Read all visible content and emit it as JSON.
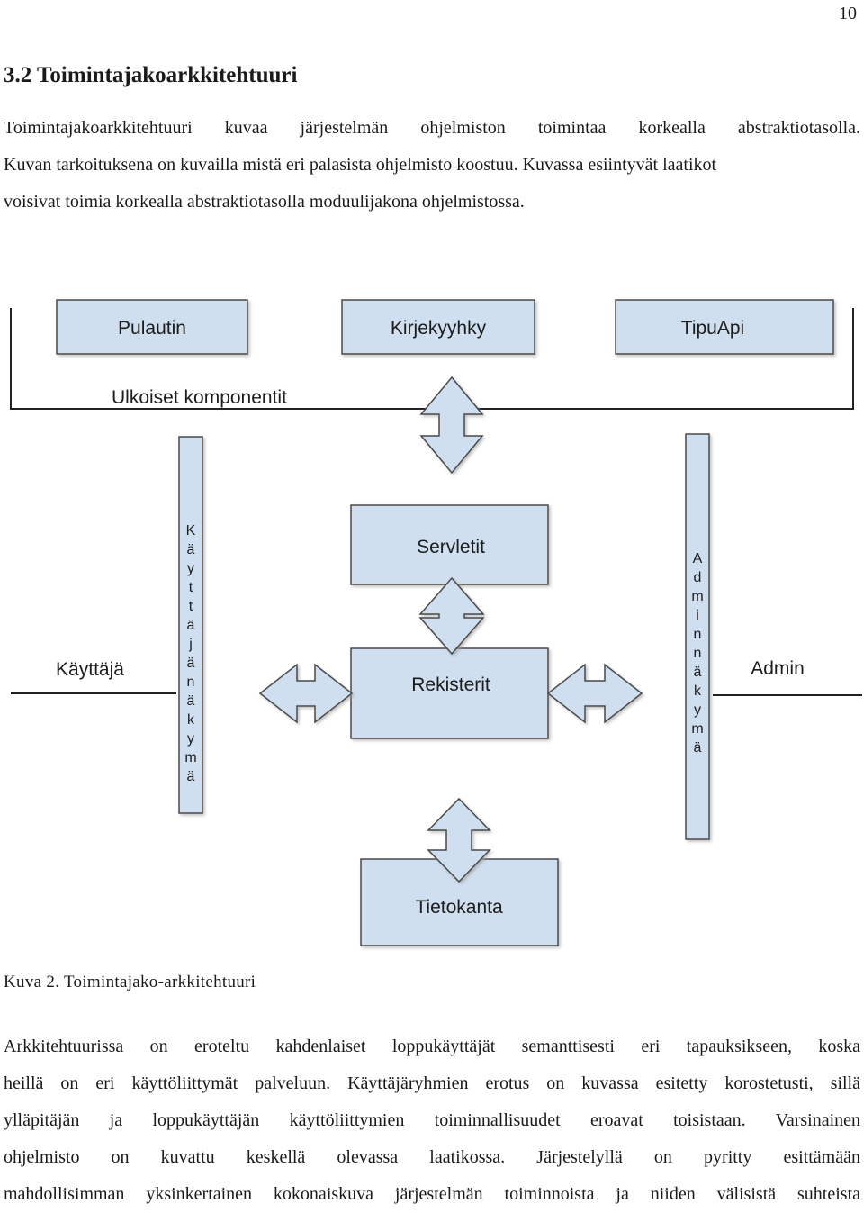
{
  "page_number": "10",
  "section_heading": "3.2 Toimintajakoarkkitehtuuri",
  "intro_lines": [
    "Toimintajakoarkkitehtuuri kuvaa järjestelmän ohjelmiston toimintaa korkealla abstraktiotasolla.",
    "Kuvan tarkoituksena on kuvailla mistä eri palasista ohjelmisto koostuu. Kuvassa esiintyvät laatikot",
    "voisivat toimia korkealla abstraktiotasolla moduulijakona ohjelmistossa."
  ],
  "diagram": {
    "external_components": [
      "Pulautin",
      "Kirjekyyhky",
      "TipuApi"
    ],
    "external_group_label": "Ulkoiset komponentit",
    "servlets_label": "Servletit",
    "registers_label": "Rekisterit",
    "database_label": "Tietokanta",
    "user_label": "Käyttäjä",
    "admin_label": "Admin",
    "user_view_label": "Käyttäjänäkymä",
    "admin_view_label": "Adminnäkymä",
    "colors": {
      "box_fill": "#cfdff0",
      "box_stroke": "#4a4a4a",
      "line": "#222222"
    }
  },
  "caption": "Kuva 2. Toimintajako-arkkitehtuuri",
  "body_lines": [
    "Arkkitehtuurissa on eroteltu kahdenlaiset loppukäyttäjät semanttisesti eri tapauksikseen, koska",
    "heillä on eri käyttöliittymät palveluun. Käyttäjäryhmien erotus on kuvassa esitetty korostetusti, sillä",
    "ylläpitäjän ja loppukäyttäjän käyttöliittymien toiminnallisuudet eroavat toisistaan. Varsinainen",
    "ohjelmisto on kuvattu keskellä olevassa laatikossa. Järjestelyllä on pyritty esittämään",
    "mahdollisimman yksinkertainen kokonaiskuva järjestelmän toiminnoista ja niiden välisistä suhteista"
  ]
}
